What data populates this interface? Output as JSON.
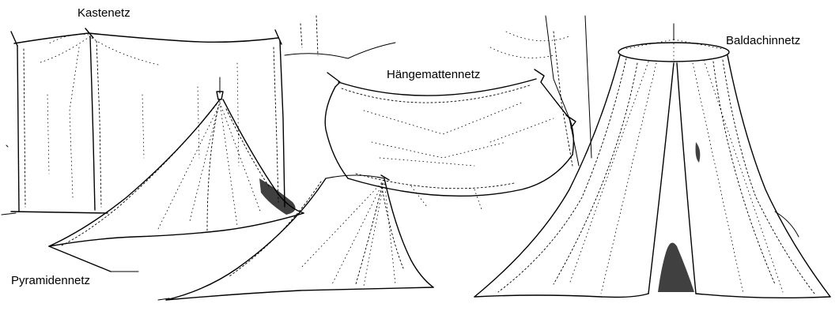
{
  "labels": {
    "kastenetz": "Kastenetz",
    "haengemattennetz": "Hängemattennetz",
    "baldachinnetz": "Baldachinnetz",
    "pyramidennetz": "Pyramidennetz"
  },
  "colors": {
    "ink": "#000000",
    "paper": "#ffffff"
  }
}
